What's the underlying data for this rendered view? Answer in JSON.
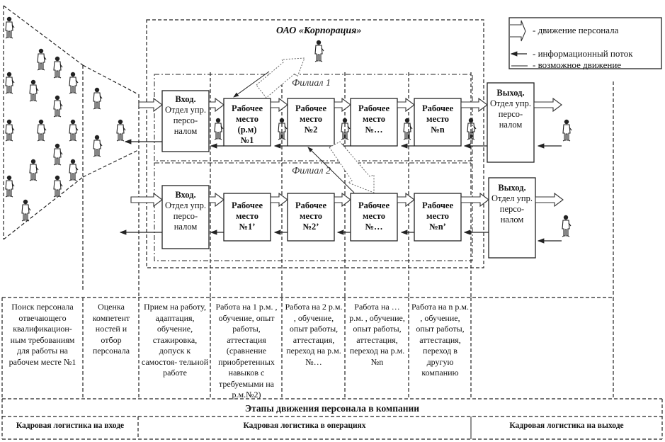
{
  "diagram": {
    "corporation_title": "ОАО «Корпорация»",
    "branches": [
      "Филиал 1",
      "Филиал 2"
    ],
    "legend": {
      "items": [
        {
          "icon": "hollow-arrow-icon",
          "label": "- движение персонала"
        },
        {
          "icon": "solid-arrow-icon",
          "label": "- информационный поток"
        },
        {
          "icon": "thin-line-icon",
          "label": "- возможное движение"
        }
      ]
    },
    "branch1": {
      "entry": {
        "title": "Вход.",
        "body": "Отдел упр. персо- налом"
      },
      "workplaces": [
        {
          "title": "Рабочее место",
          "sub": "(р.м)",
          "num": "№1"
        },
        {
          "title": "Рабочее место",
          "sub": "",
          "num": "№2"
        },
        {
          "title": "Рабочее место",
          "sub": "",
          "num": "№…"
        },
        {
          "title": "Рабочее место",
          "sub": "",
          "num": "№n"
        }
      ],
      "exit": {
        "title": "Выход.",
        "body": "Отдел упр. персо- налом"
      }
    },
    "branch2": {
      "entry": {
        "title": "Вход.",
        "body": "Отдел упр. персо- налом"
      },
      "workplaces": [
        {
          "title": "Рабочее место",
          "sub": "",
          "num": "№1’"
        },
        {
          "title": "Рабочее место",
          "sub": "",
          "num": "№2’"
        },
        {
          "title": "Рабочее место",
          "sub": "",
          "num": "№…"
        },
        {
          "title": "Рабочее место",
          "sub": "",
          "num": "№n’"
        }
      ],
      "exit": {
        "title": "Выход.",
        "body": "Отдел упр. персо- налом"
      }
    },
    "stages": [
      "Поиск персонала отвечающего квалификацион- ным требованиям для работы на рабочем месте №1",
      "Оценка компетент ностей и отбор персонала",
      "Прием на работу, адаптация, обучение, стажировка, допуск к самостоя- тельной работе",
      "Работа на 1 р.м. , обучение, опыт работы, аттестация (сравнение приобретенных навыков с требуемыми на р.м.№2)",
      "Работа на 2 р.м. , обучение, опыт работы, аттестация, переход на р.м. №…",
      "Работа на … р.м. , обучение, опыт работы, аттестация, переход на р.м. №n",
      "Работа на n р.м. , обучение, опыт работы, аттестация, переход в другую компанию"
    ],
    "footer": {
      "title": "Этапы движения персонала в компании",
      "cells": [
        "Кадровая логистика на входе",
        "Кадровая логистика в операциях",
        "Кадровая логистика на выходе"
      ]
    }
  }
}
